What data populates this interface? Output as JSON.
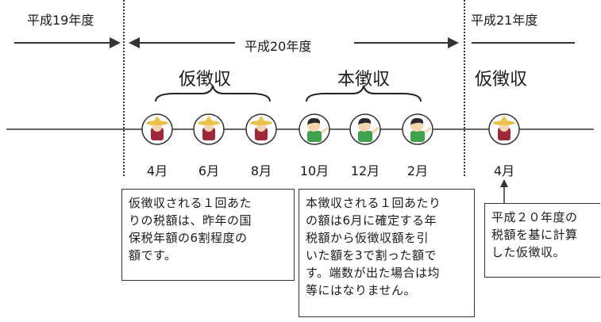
{
  "fiscal_years": {
    "prev": "平成19年度",
    "current": "平成20年度",
    "next": "平成21年度"
  },
  "periods": {
    "provisional": "仮徴収",
    "main": "本徴収",
    "next_provisional": "仮徴収"
  },
  "months": [
    "4月",
    "6月",
    "8月",
    "10月",
    "12月",
    "2月"
  ],
  "next_month": "4月",
  "notes": {
    "provisional": [
      "仮徴収される１回あた",
      "りの税額は、昨年の国",
      "保税年額の6割程度の",
      "額です。"
    ],
    "main": [
      "本徴収される１回あたり",
      "の額は6月に確定する年",
      "税額から仮徴収額を引",
      "いた額を3で割った額で",
      "す。端数が出た場合は均",
      "等にはなりません。"
    ],
    "next_provisional": [
      "平成２０年度の",
      "税額を基に計算",
      "した仮徴収。"
    ]
  },
  "icons": [
    "straw-hat-character-icon",
    "straw-hat-character-icon",
    "straw-hat-character-icon",
    "green-shirt-boy-icon",
    "green-shirt-boy-icon",
    "green-shirt-boy-icon",
    "straw-hat-character-icon"
  ],
  "colors": {
    "hat": "#e8c24a",
    "jacket_red": "#a0283a",
    "shirt_green": "#3fa34d",
    "line": "#333333"
  }
}
